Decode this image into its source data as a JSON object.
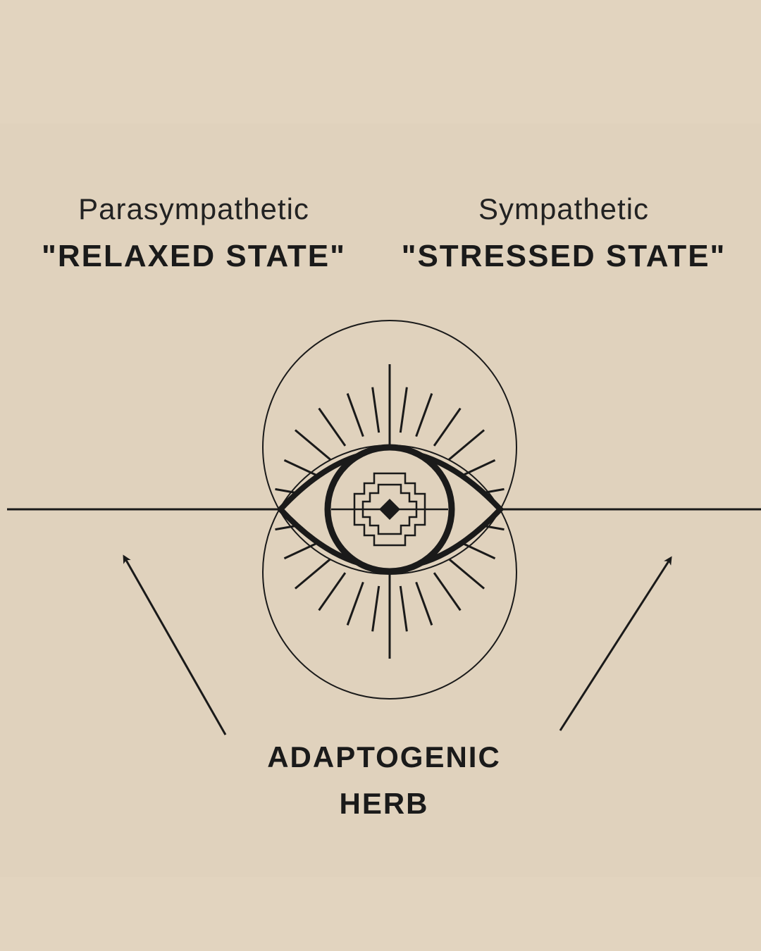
{
  "left": {
    "subtitle": "Parasympathetic",
    "state": "\"RELAXED STATE\""
  },
  "right": {
    "subtitle": "Sympathetic",
    "state": "\"STRESSED STATE\""
  },
  "center": {
    "line1": "ADAPTOGENIC",
    "line2": "HERB"
  },
  "colors": {
    "background": "#e2d4bf",
    "ink": "#1a1a1a"
  },
  "icons": [
    "eye-symbol-icon",
    "left-arrow-icon",
    "right-arrow-icon"
  ]
}
